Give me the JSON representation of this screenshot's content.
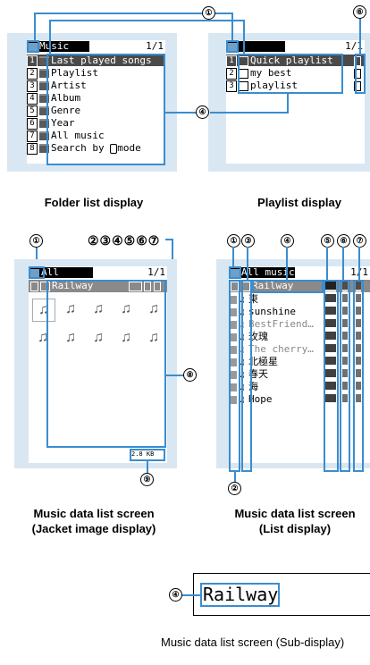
{
  "markers": {
    "m1": "①",
    "m2": "②",
    "m3": "③",
    "m4": "④",
    "m5": "⑤",
    "m6": "⑥",
    "m7": "⑦",
    "m8": "⑧",
    "m9": "⑨",
    "m2to7": "②③④⑤⑥⑦"
  },
  "folder_list": {
    "title": "Music",
    "page": "1/1",
    "items": [
      {
        "num": "1",
        "label": "Last played songs"
      },
      {
        "num": "2",
        "label": "Playlist"
      },
      {
        "num": "3",
        "label": "Artist"
      },
      {
        "num": "4",
        "label": "Album"
      },
      {
        "num": "5",
        "label": "Genre"
      },
      {
        "num": "6",
        "label": "Year"
      },
      {
        "num": "7",
        "label": "All music"
      },
      {
        "num": "8",
        "label": "Search by",
        "suffix": "mode"
      }
    ],
    "caption": "Folder list display"
  },
  "playlist": {
    "title": "Playlist",
    "page": "1/1",
    "items": [
      {
        "num": "1",
        "label": "Quick playlist"
      },
      {
        "num": "2",
        "label": "my best"
      },
      {
        "num": "3",
        "label": "playlist"
      }
    ],
    "caption": "Playlist display"
  },
  "jacket": {
    "title": "All music",
    "page": "1/1",
    "track": "Railway",
    "size": "2.8",
    "size_unit": "KB",
    "caption_line1": "Music data list screen",
    "caption_line2": "(Jacket image display)"
  },
  "list_display": {
    "title": "All music",
    "page": "1/1",
    "tracks": [
      "Railway",
      "東",
      "sunshine",
      "BestFriend…",
      "玫瑰",
      "The cherry…",
      "北極星",
      "春天",
      "海",
      "Hope"
    ],
    "caption_line1": "Music data list screen",
    "caption_line2": "(List display)"
  },
  "sub_display": {
    "text": "Railway",
    "caption": "Music data list screen (Sub-display)"
  }
}
